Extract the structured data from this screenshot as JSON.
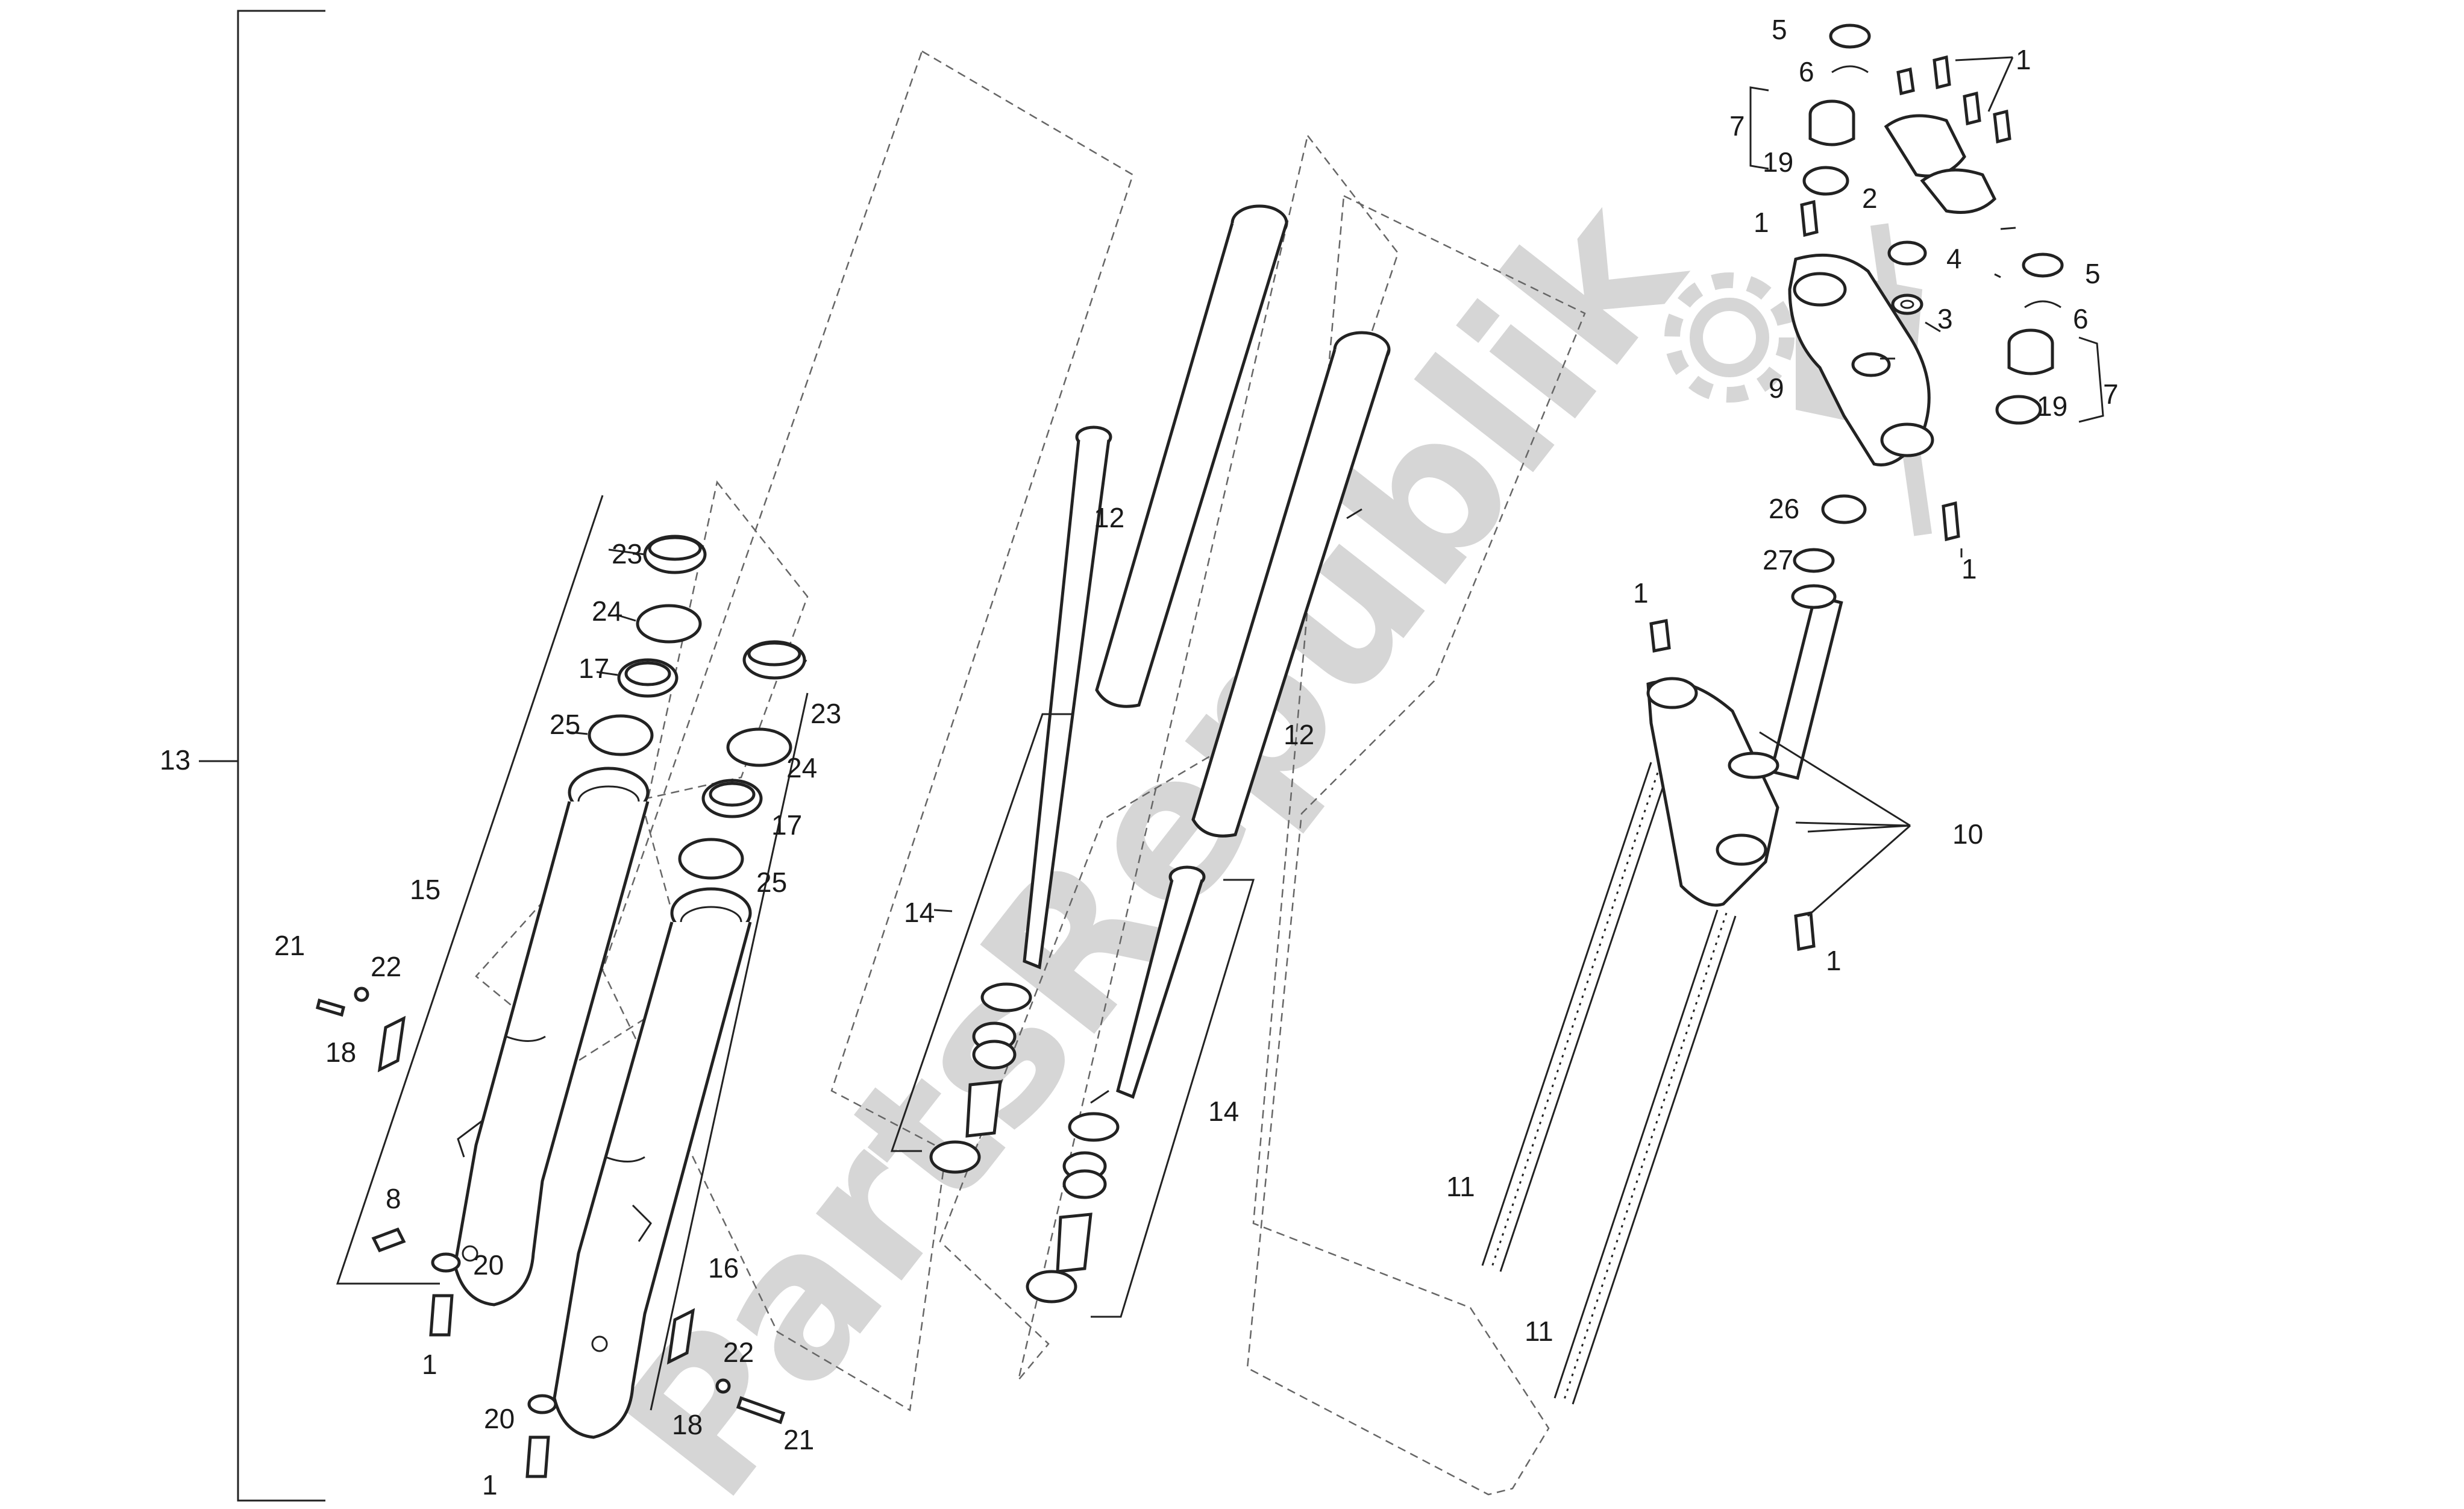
{
  "diagram": {
    "watermark": "PartsRepublik",
    "colors": {
      "line": "#222222",
      "watermark": "#d6d6d6",
      "background": "#ffffff"
    },
    "labels": {
      "l13": "13",
      "l23a": "23",
      "l24a": "24",
      "l17a": "17",
      "l25a": "25",
      "l23b": "23",
      "l24b": "24",
      "l17b": "17",
      "l25b": "25",
      "l15": "15",
      "l16": "16",
      "l21a": "21",
      "l22a": "22",
      "l18a": "18",
      "l8": "8",
      "l20a": "20",
      "l1a": "1",
      "l22b": "22",
      "l21b": "21",
      "l18b": "18",
      "l20b": "20",
      "l1b": "1",
      "l12a": "12",
      "l12b": "12",
      "l14a": "14",
      "l14b": "14",
      "l11a": "11",
      "l11b": "11",
      "l10": "10",
      "l1c": "1",
      "l1d": "1",
      "l5a": "5",
      "l6a": "6",
      "l7a": "7",
      "l19a": "19",
      "l1e": "1",
      "l2": "2",
      "l1f": "1",
      "l4": "4",
      "l3": "3",
      "l9": "9",
      "l5b": "5",
      "l6b": "6",
      "l7b": "7",
      "l19b": "19",
      "l26": "26",
      "l27": "27",
      "l1g": "1"
    }
  }
}
